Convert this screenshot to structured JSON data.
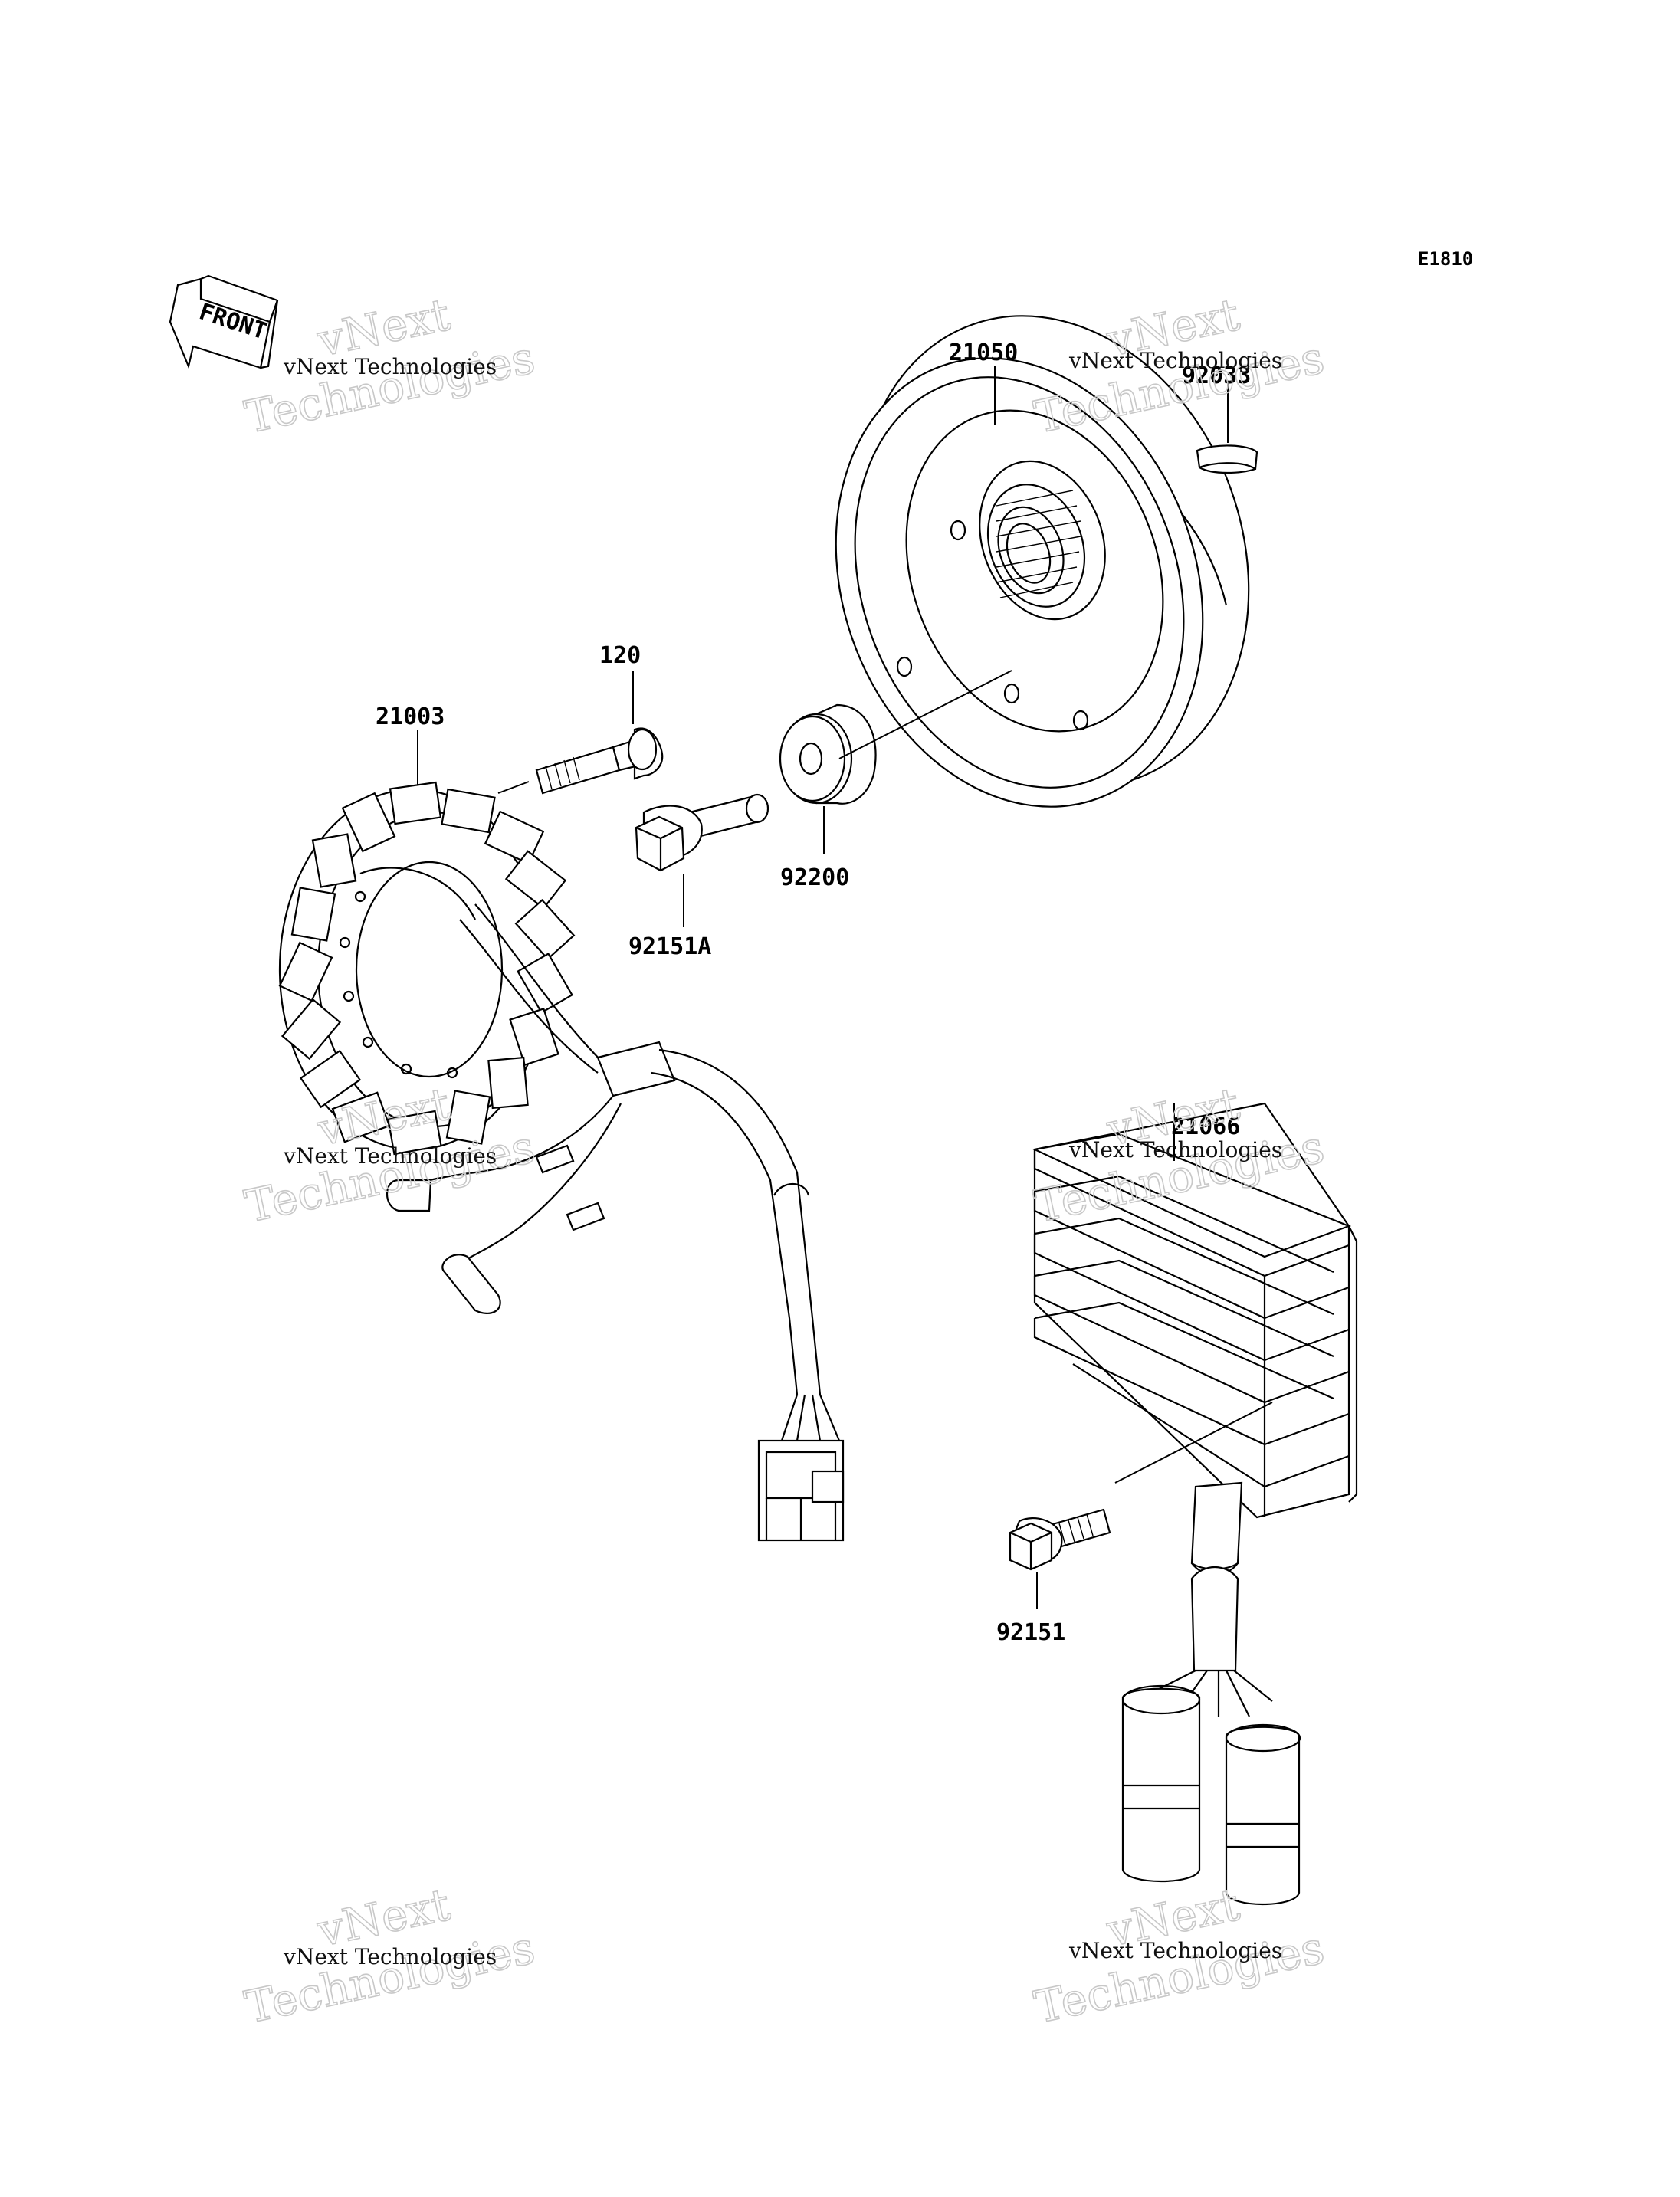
{
  "diagram": {
    "reference_code": "E1810",
    "front_label": "FRONT",
    "parts": [
      {
        "id": "21050",
        "label": "21050"
      },
      {
        "id": "92033",
        "label": "92033"
      },
      {
        "id": "120",
        "label": "120"
      },
      {
        "id": "21003",
        "label": "21003"
      },
      {
        "id": "92200",
        "label": "92200"
      },
      {
        "id": "92151A",
        "label": "92151A"
      },
      {
        "id": "21066",
        "label": "21066"
      },
      {
        "id": "92151",
        "label": "92151"
      }
    ]
  },
  "watermark": {
    "small_text": "vNext Technologies",
    "big_line1": "vNext",
    "big_line2": "Technologies"
  }
}
